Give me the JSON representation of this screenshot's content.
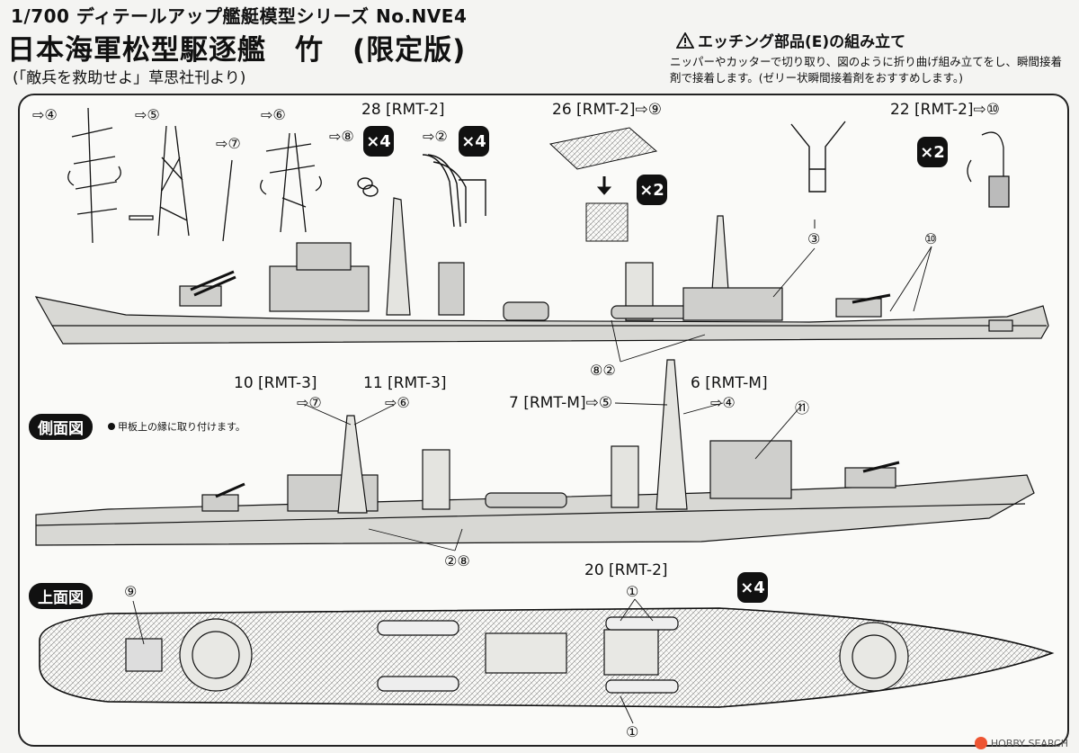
{
  "header": {
    "series": "1/700 ディテールアップ艦艇模型シリーズ No.NVE4",
    "title": "日本海軍松型駆逐艦　竹　(限定版)",
    "source": "(「敵兵を救助せよ」草思社刊より)"
  },
  "etching": {
    "heading": "エッチング部品(E)の組み立て",
    "desc": "ニッパーやカッターで切り取り、図のように折り曲げ組み立てをし、瞬間接着剤で接着します。(ゼリー状瞬間接着剤をおすすめします。)"
  },
  "sections": {
    "side_label": "側面図",
    "side_note": "甲板上の縁に取り付けます。",
    "top_label": "上面図"
  },
  "parts": {
    "p4": "⇨④",
    "p5": "⇨⑤",
    "p6": "⇨⑥",
    "p7": "⇨⑦",
    "g28": "28 [RMT-2]",
    "g28a": "⇨⑧",
    "g28b": "⇨②",
    "x4a": "×4",
    "x4b": "×4",
    "g26": "26 [RMT-2]⇨⑨",
    "x2a": "×2",
    "g22": "22 [RMT-2]⇨⑩",
    "x2b": "×2",
    "c3": "③",
    "c10": "⑩",
    "c82": "⑧②",
    "g10": "10 [RMT-3]",
    "g10n": "⇨⑦",
    "g11": "11 [RMT-3]",
    "g11n": "⇨⑥",
    "g7": "7 [RMT-M]⇨⑤",
    "g6": "6 [RMT-M]",
    "g6n": "⇨④",
    "c11": "⑪",
    "c28": "②⑧",
    "c9": "⑨",
    "g20": "20 [RMT-2]",
    "c1a": "①",
    "c1b": "①",
    "x4c": "×4"
  },
  "watermark": "HOBBY SEARCH",
  "colors": {
    "ink": "#111111",
    "paper": "#f4f4f2",
    "hull": "#d8d8d4"
  }
}
